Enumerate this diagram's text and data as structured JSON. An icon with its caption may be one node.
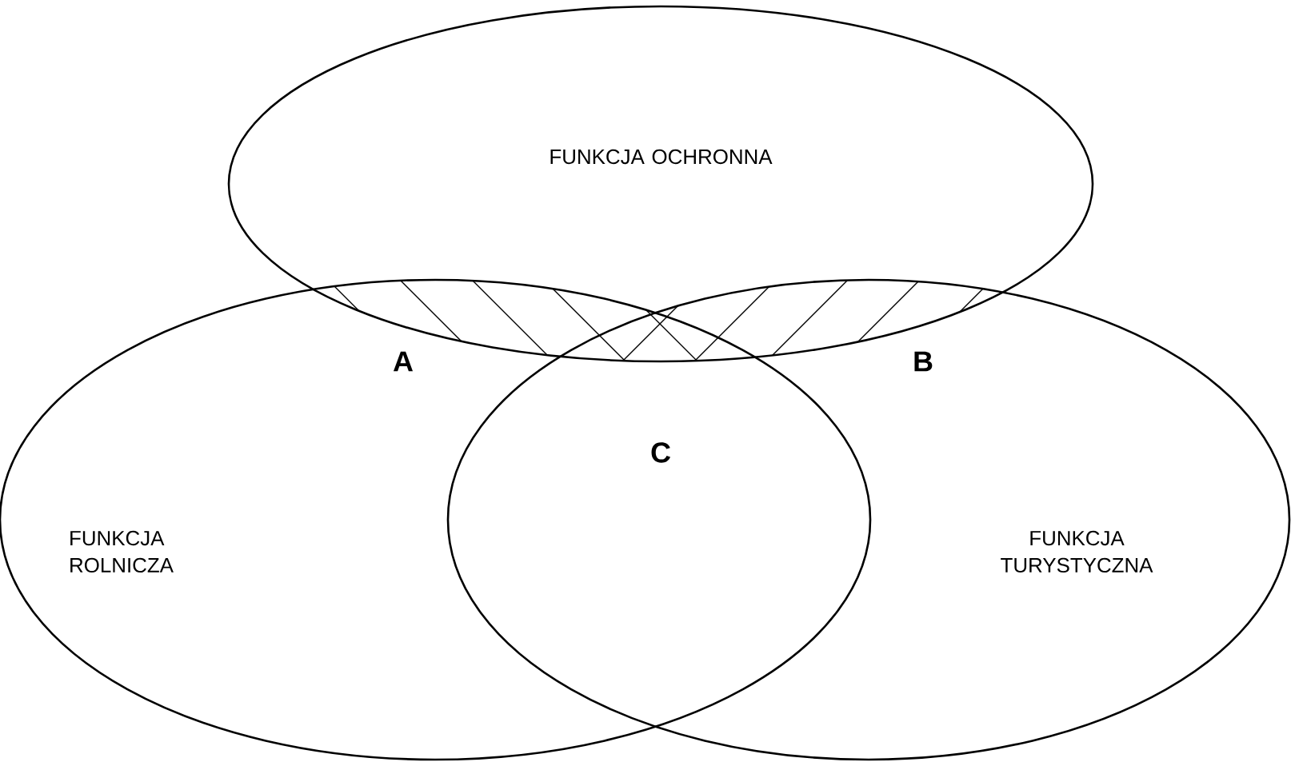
{
  "diagram": {
    "nodes": [
      {
        "text": [
          "FUNKCJA OCHRONNA"
        ]
      },
      {
        "text": [
          "FUNKCJA ROLNICZA"
        ]
      },
      {
        "text": [
          "FUNKCJA TURYSTYCZNA"
        ]
      }
    ],
    "labels": [
      "A",
      "B",
      "C"
    ]
  }
}
